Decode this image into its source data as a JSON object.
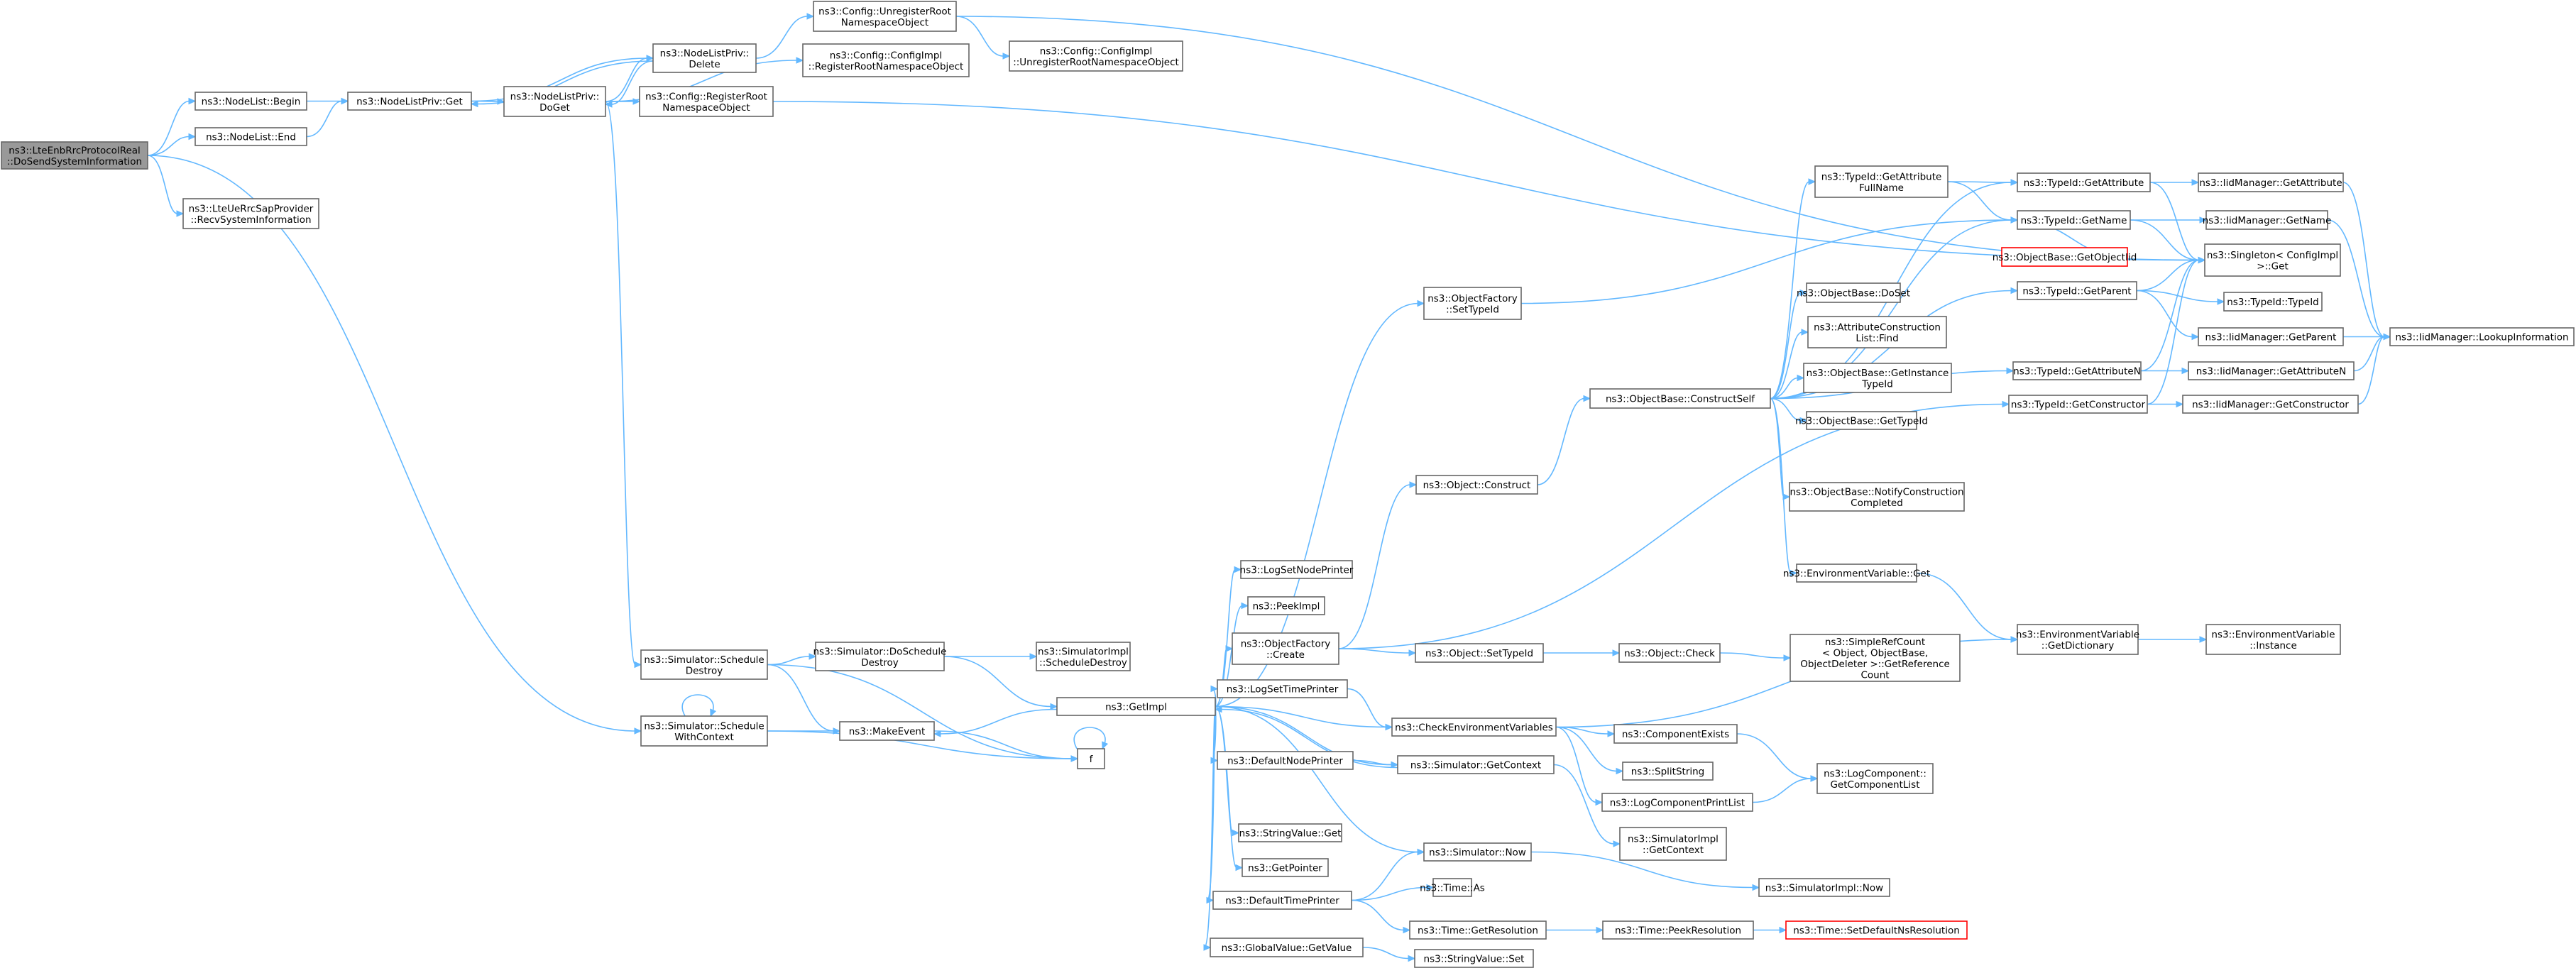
{
  "nodes": {
    "root": [
      "ns3::LteEnbRrcProtocolReal",
      "::DoSendSystemInformation"
    ],
    "nl_begin": [
      "ns3::NodeList::Begin"
    ],
    "nl_end": [
      "ns3::NodeList::End"
    ],
    "recv_sys": [
      "ns3::LteUeRrcSapProvider",
      "::RecvSystemInformation"
    ],
    "nlp_get": [
      "ns3::NodeListPriv::Get"
    ],
    "nlp_delete": [
      "ns3::NodeListPriv::",
      "Delete"
    ],
    "nlp_doget": [
      "ns3::NodeListPriv::",
      "DoGet"
    ],
    "cfg_unreg": [
      "ns3::Config::UnregisterRoot",
      "NamespaceObject"
    ],
    "cfgimpl_reg": [
      "ns3::Config::ConfigImpl",
      "::RegisterRootNamespaceObject"
    ],
    "cfg_reg": [
      "ns3::Config::RegisterRoot",
      "NamespaceObject"
    ],
    "cfgimpl_unreg": [
      "ns3::Config::ConfigImpl",
      "::UnregisterRootNamespaceObject"
    ],
    "sched_destroy": [
      "ns3::Simulator::Schedule",
      "Destroy"
    ],
    "sched_ctx": [
      "ns3::Simulator::Schedule",
      "WithContext"
    ],
    "do_sched_destroy": [
      "ns3::Simulator::DoSchedule",
      "Destroy"
    ],
    "simimpl_sched_destroy": [
      "ns3::SimulatorImpl",
      "::ScheduleDestroy"
    ],
    "make_event": [
      "ns3::MakeEvent"
    ],
    "f": [
      "f"
    ],
    "get_impl": [
      "ns3::GetImpl"
    ],
    "log_node_printer": [
      "ns3::LogSetNodePrinter"
    ],
    "peek_impl": [
      "ns3::PeekImpl"
    ],
    "of_create": [
      "ns3::ObjectFactory",
      "::Create"
    ],
    "log_time_printer": [
      "ns3::LogSetTimePrinter"
    ],
    "default_node_printer": [
      "ns3::DefaultNodePrinter"
    ],
    "string_value_get": [
      "ns3::StringValue::Get"
    ],
    "get_pointer": [
      "ns3::GetPointer"
    ],
    "default_time_printer": [
      "ns3::DefaultTimePrinter"
    ],
    "global_value_get": [
      "ns3::GlobalValue::GetValue"
    ],
    "of_settypeid": [
      "ns3::ObjectFactory",
      "::SetTypeId"
    ],
    "obj_construct": [
      "ns3::Object::Construct"
    ],
    "obj_settypeid": [
      "ns3::Object::SetTypeId"
    ],
    "check_env": [
      "ns3::CheckEnvironmentVariables"
    ],
    "sim_getcontext": [
      "ns3::Simulator::GetContext"
    ],
    "sim_now": [
      "ns3::Simulator::Now"
    ],
    "time_as": [
      "ns3::Time::As"
    ],
    "time_getres": [
      "ns3::Time::GetResolution"
    ],
    "string_value_set": [
      "ns3::StringValue::Set"
    ],
    "obj_check": [
      "ns3::Object::Check"
    ],
    "simple_ref": [
      "ns3::SimpleRefCount",
      "< Object, ObjectBase,",
      "ObjectDeleter >::GetReference",
      "Count"
    ],
    "comp_exists": [
      "ns3::ComponentExists"
    ],
    "split_string": [
      "ns3::SplitString"
    ],
    "log_comp_print": [
      "ns3::LogComponentPrintList"
    ],
    "simimpl_getctx": [
      "ns3::SimulatorImpl",
      "::GetContext"
    ],
    "simimpl_now": [
      "ns3::SimulatorImpl::Now"
    ],
    "time_peekres": [
      "ns3::Time::PeekResolution"
    ],
    "time_setdefault": [
      "ns3::Time::SetDefaultNsResolution"
    ],
    "logcomp_getlist": [
      "ns3::LogComponent::",
      "GetComponentList"
    ],
    "env_getdict": [
      "ns3::EnvironmentVariable",
      "::GetDictionary"
    ],
    "env_instance": [
      "ns3::EnvironmentVariable",
      "::Instance"
    ],
    "ob_constructself": [
      "ns3::ObjectBase::ConstructSelf"
    ],
    "typeid_getattr_full": [
      "ns3::TypeId::GetAttribute",
      "FullName"
    ],
    "ob_doset": [
      "ns3::ObjectBase::DoSet"
    ],
    "attr_list_find": [
      "ns3::AttributeConstruction",
      "List::Find"
    ],
    "ob_getinstance": [
      "ns3::ObjectBase::GetInstance",
      "TypeId"
    ],
    "ob_gettypeid": [
      "ns3::ObjectBase::GetTypeId"
    ],
    "ob_notify": [
      "ns3::ObjectBase::NotifyConstruction",
      "Completed"
    ],
    "env_get": [
      "ns3::EnvironmentVariable::Get"
    ],
    "typeid_getattr": [
      "ns3::TypeId::GetAttribute"
    ],
    "typeid_getname": [
      "ns3::TypeId::GetName"
    ],
    "ob_getobjectiid": [
      "ns3::ObjectBase::GetObjectIid"
    ],
    "typeid_getparent": [
      "ns3::TypeId::GetParent"
    ],
    "typeid_getattrn": [
      "ns3::TypeId::GetAttributeN"
    ],
    "typeid_getctor": [
      "ns3::TypeId::GetConstructor"
    ],
    "iid_getattr": [
      "ns3::IidManager::GetAttribute"
    ],
    "iid_getname": [
      "ns3::IidManager::GetName"
    ],
    "singleton_get": [
      "ns3::Singleton< ConfigImpl",
      " >::Get"
    ],
    "typeid_typeid": [
      "ns3::TypeId::TypeId"
    ],
    "iid_getparent": [
      "ns3::IidManager::GetParent"
    ],
    "iid_getattrn": [
      "ns3::IidManager::GetAttributeN"
    ],
    "iid_getctor": [
      "ns3::IidManager::GetConstructor"
    ],
    "iid_lookup": [
      "ns3::IidManager::LookupInformation"
    ]
  },
  "edges": [
    [
      "root",
      "nl_begin"
    ],
    [
      "root",
      "nl_end"
    ],
    [
      "root",
      "recv_sys"
    ],
    [
      "root",
      "sched_ctx"
    ],
    [
      "nl_begin",
      "nlp_get"
    ],
    [
      "nl_end",
      "nlp_get"
    ],
    [
      "nlp_get",
      "nlp_delete"
    ],
    [
      "nlp_get",
      "nlp_doget"
    ],
    [
      "nlp_delete",
      "nlp_get"
    ],
    [
      "nlp_delete",
      "nlp_doget"
    ],
    [
      "nlp_delete",
      "cfg_unreg"
    ],
    [
      "nlp_doget",
      "nlp_delete"
    ],
    [
      "nlp_doget",
      "cfgimpl_reg"
    ],
    [
      "nlp_doget",
      "cfg_reg"
    ],
    [
      "nlp_doget",
      "sched_destroy"
    ],
    [
      "cfg_unreg",
      "cfgimpl_unreg"
    ],
    [
      "cfg_unreg",
      "singleton_get"
    ],
    [
      "cfg_reg",
      "singleton_get"
    ],
    [
      "sched_destroy",
      "do_sched_destroy"
    ],
    [
      "sched_destroy",
      "make_event"
    ],
    [
      "sched_destroy",
      "f"
    ],
    [
      "sched_ctx",
      "sched_ctx"
    ],
    [
      "sched_ctx",
      "make_event"
    ],
    [
      "sched_ctx",
      "f"
    ],
    [
      "do_sched_destroy",
      "simimpl_sched_destroy"
    ],
    [
      "do_sched_destroy",
      "get_impl"
    ],
    [
      "make_event",
      "f"
    ],
    [
      "f",
      "f"
    ],
    [
      "get_impl",
      "log_node_printer"
    ],
    [
      "get_impl",
      "peek_impl"
    ],
    [
      "get_impl",
      "of_create"
    ],
    [
      "get_impl",
      "log_time_printer"
    ],
    [
      "get_impl",
      "default_node_printer"
    ],
    [
      "get_impl",
      "string_value_get"
    ],
    [
      "get_impl",
      "get_pointer"
    ],
    [
      "get_impl",
      "default_time_printer"
    ],
    [
      "get_impl",
      "global_value_get"
    ],
    [
      "get_impl",
      "of_settypeid"
    ],
    [
      "get_impl",
      "check_env"
    ],
    [
      "get_impl",
      "sim_getcontext"
    ],
    [
      "get_impl",
      "sim_now"
    ],
    [
      "get_impl",
      "make_event"
    ],
    [
      "of_settypeid",
      "typeid_getname"
    ],
    [
      "of_create",
      "obj_construct"
    ],
    [
      "of_create",
      "obj_settypeid"
    ],
    [
      "of_create",
      "typeid_getctor"
    ],
    [
      "obj_construct",
      "ob_constructself"
    ],
    [
      "obj_settypeid",
      "obj_check"
    ],
    [
      "obj_check",
      "simple_ref"
    ],
    [
      "log_time_printer",
      "check_env"
    ],
    [
      "check_env",
      "comp_exists"
    ],
    [
      "check_env",
      "split_string"
    ],
    [
      "check_env",
      "log_comp_print"
    ],
    [
      "check_env",
      "env_getdict"
    ],
    [
      "default_node_printer",
      "sim_getcontext"
    ],
    [
      "sim_getcontext",
      "simimpl_getctx"
    ],
    [
      "sim_getcontext",
      "get_impl"
    ],
    [
      "default_time_printer",
      "sim_now"
    ],
    [
      "default_time_printer",
      "time_as"
    ],
    [
      "default_time_printer",
      "time_getres"
    ],
    [
      "sim_now",
      "simimpl_now"
    ],
    [
      "time_getres",
      "time_peekres"
    ],
    [
      "time_peekres",
      "time_setdefault"
    ],
    [
      "global_value_get",
      "string_value_set"
    ],
    [
      "comp_exists",
      "logcomp_getlist"
    ],
    [
      "log_comp_print",
      "logcomp_getlist"
    ],
    [
      "env_getdict",
      "env_instance"
    ],
    [
      "env_get",
      "env_getdict"
    ],
    [
      "ob_constructself",
      "typeid_getattr_full"
    ],
    [
      "ob_constructself",
      "ob_doset"
    ],
    [
      "ob_constructself",
      "attr_list_find"
    ],
    [
      "ob_constructself",
      "ob_getinstance"
    ],
    [
      "ob_constructself",
      "ob_gettypeid"
    ],
    [
      "ob_constructself",
      "ob_notify"
    ],
    [
      "ob_constructself",
      "env_get"
    ],
    [
      "ob_constructself",
      "typeid_getattr"
    ],
    [
      "ob_constructself",
      "typeid_getname"
    ],
    [
      "ob_constructself",
      "typeid_getparent"
    ],
    [
      "ob_constructself",
      "typeid_getattrn"
    ],
    [
      "typeid_getattr_full",
      "typeid_getattr"
    ],
    [
      "typeid_getattr_full",
      "typeid_getname"
    ],
    [
      "typeid_getattr",
      "iid_getattr"
    ],
    [
      "typeid_getattr",
      "singleton_get"
    ],
    [
      "typeid_getname",
      "iid_getname"
    ],
    [
      "typeid_getname",
      "singleton_get"
    ],
    [
      "ob_getobjectiid",
      "typeid_getname"
    ],
    [
      "typeid_getparent",
      "typeid_typeid"
    ],
    [
      "typeid_getparent",
      "iid_getparent"
    ],
    [
      "typeid_getparent",
      "singleton_get"
    ],
    [
      "typeid_getattrn",
      "iid_getattrn"
    ],
    [
      "typeid_getattrn",
      "singleton_get"
    ],
    [
      "typeid_getctor",
      "iid_getctor"
    ],
    [
      "typeid_getctor",
      "singleton_get"
    ],
    [
      "iid_getattr",
      "iid_lookup"
    ],
    [
      "iid_getname",
      "iid_lookup"
    ],
    [
      "iid_getparent",
      "iid_lookup"
    ],
    [
      "iid_getattrn",
      "iid_lookup"
    ],
    [
      "iid_getctor",
      "iid_lookup"
    ]
  ],
  "colors": {
    "edge": "#63b8ff",
    "border": "#666666",
    "root_fill": "#999999",
    "alert_border": "#ff0000"
  }
}
